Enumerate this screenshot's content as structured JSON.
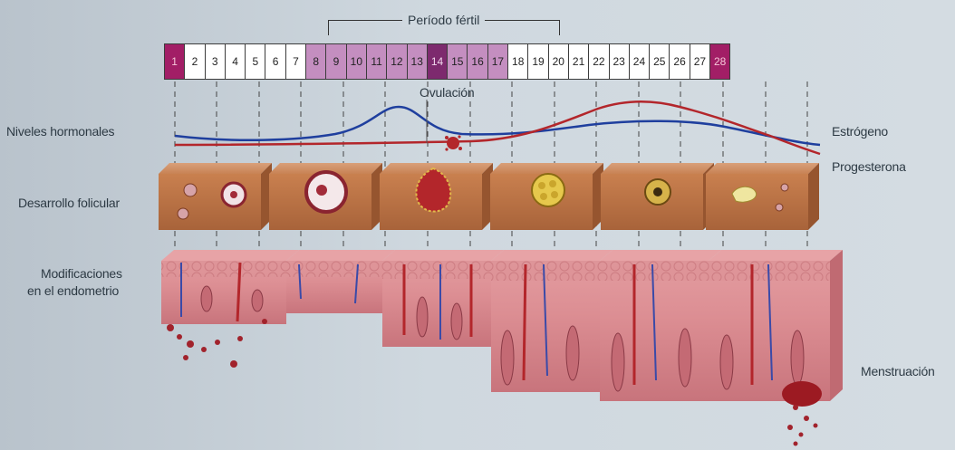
{
  "fertile_period": "Período fértil",
  "ovulation": "Ovulación",
  "days": [
    "1",
    "2",
    "3",
    "4",
    "5",
    "6",
    "7",
    "8",
    "9",
    "10",
    "11",
    "12",
    "13",
    "14",
    "15",
    "16",
    "17",
    "18",
    "19",
    "20",
    "21",
    "22",
    "23",
    "24",
    "25",
    "26",
    "27",
    "28"
  ],
  "day_types": [
    "menst",
    "n",
    "n",
    "n",
    "n",
    "n",
    "n",
    "fert",
    "fert",
    "fert",
    "fert",
    "fert",
    "fert",
    "ovu",
    "fert",
    "fert",
    "fert",
    "n",
    "n",
    "n",
    "n",
    "n",
    "n",
    "n",
    "n",
    "n",
    "n",
    "menst"
  ],
  "rows": {
    "hormones": "Niveles hormonales",
    "follicular": "Desarrollo folicular",
    "endometrium_line1": "Modificaciones",
    "endometrium_line2": "en el endometrio"
  },
  "legend": {
    "estrogen": "Estrógeno",
    "progesterone": "Progesterona"
  },
  "menstruation": "Menstruación",
  "colors": {
    "estrogen": "#1f3f9e",
    "progesterone": "#b3262b",
    "fertile_day": "#c48ec0",
    "menstrual_day": "#a21e66",
    "tissue": "#c97e52",
    "endometrium": "#d98a8e"
  }
}
